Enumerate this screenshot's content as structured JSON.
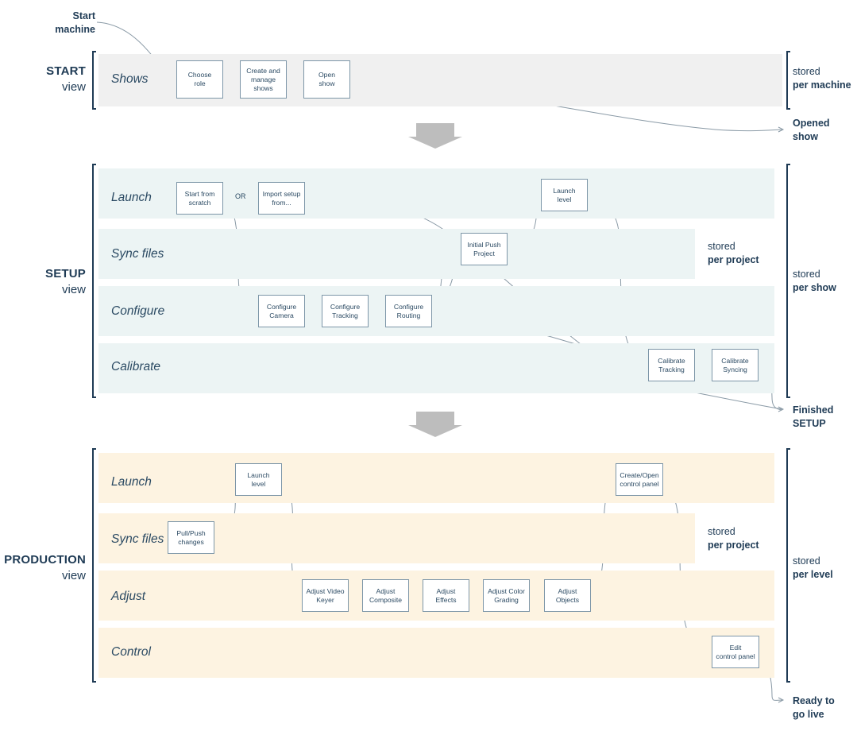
{
  "diagram": {
    "title": "Show production workflow views",
    "colors": {
      "start_band": "#f0f0f0",
      "setup_band": "#ecf4f4",
      "production_band": "#fdf3e1",
      "text": "#1f3b55",
      "node_border": "#7d96a8",
      "connector": "#8a9aa6",
      "section_arrow": "#bdbdbd"
    }
  },
  "entry_label": {
    "line1": "Start",
    "line2": "machine"
  },
  "sections": [
    {
      "id": "start",
      "title_strong": "START",
      "title_light": "view",
      "lanes": [
        {
          "id": "shows",
          "label": "Shows"
        }
      ],
      "nodes": [
        {
          "id": "choose-role",
          "line1": "Choose",
          "line2": "role"
        },
        {
          "id": "create-manage-shows",
          "line1": "Create and",
          "line2": "manage",
          "line3": "shows"
        },
        {
          "id": "open-show",
          "line1": "Open",
          "line2": "show"
        }
      ],
      "scope": {
        "line1": "stored",
        "line2": "per machine"
      },
      "exit": {
        "line1": "Opened",
        "line2": "show"
      }
    },
    {
      "id": "setup",
      "title_strong": "SETUP",
      "title_light": "view",
      "lanes": [
        {
          "id": "launch",
          "label": "Launch"
        },
        {
          "id": "sync-files",
          "label": "Sync files"
        },
        {
          "id": "configure",
          "label": "Configure"
        },
        {
          "id": "calibrate",
          "label": "Calibrate"
        }
      ],
      "nodes": [
        {
          "id": "start-from-scratch",
          "line1": "Start from",
          "line2": "scratch"
        },
        {
          "id": "import-setup-from",
          "line1": "Import setup",
          "line2": "from..."
        },
        {
          "id": "launch-level",
          "line1": "Launch",
          "line2": "level"
        },
        {
          "id": "initial-push-project",
          "line1": "Initial Push",
          "line2": "Project"
        },
        {
          "id": "configure-camera",
          "line1": "Configure",
          "line2": "Camera"
        },
        {
          "id": "configure-tracking",
          "line1": "Configure",
          "line2": "Tracking"
        },
        {
          "id": "configure-routing",
          "line1": "Configure",
          "line2": "Routing"
        },
        {
          "id": "calibrate-tracking",
          "line1": "Calibrate",
          "line2": "Tracking"
        },
        {
          "id": "calibrate-syncing",
          "line1": "Calibrate",
          "line2": "Syncing"
        }
      ],
      "or_label": "OR",
      "scope_inner": {
        "line1": "stored",
        "line2": "per project"
      },
      "scope_outer": {
        "line1": "stored",
        "line2": "per show"
      },
      "exit": {
        "line1": "Finished",
        "line2": "SETUP"
      }
    },
    {
      "id": "production",
      "title_strong": "PRODUCTION",
      "title_light": "view",
      "lanes": [
        {
          "id": "launch",
          "label": "Launch"
        },
        {
          "id": "sync-files",
          "label": "Sync files"
        },
        {
          "id": "adjust",
          "label": "Adjust"
        },
        {
          "id": "control",
          "label": "Control"
        }
      ],
      "nodes": [
        {
          "id": "launch-level",
          "line1": "Launch",
          "line2": "level"
        },
        {
          "id": "create-open-control-panel",
          "line1": "Create/Open",
          "line2": "control panel"
        },
        {
          "id": "pull-push-changes",
          "line1": "Pull/Push",
          "line2": "changes"
        },
        {
          "id": "adjust-video-keyer",
          "line1": "Adjust Video",
          "line2": "Keyer"
        },
        {
          "id": "adjust-composite",
          "line1": "Adjust",
          "line2": "Composite"
        },
        {
          "id": "adjust-effects",
          "line1": "Adjust",
          "line2": "Effects"
        },
        {
          "id": "adjust-color-grading",
          "line1": "Adjust Color",
          "line2": "Grading"
        },
        {
          "id": "adjust-objects",
          "line1": "Adjust",
          "line2": "Objects"
        },
        {
          "id": "edit-control-panel",
          "line1": "Edit",
          "line2": "control panel"
        }
      ],
      "scope_inner": {
        "line1": "stored",
        "line2": "per project"
      },
      "scope_outer": {
        "line1": "stored",
        "line2": "per level"
      },
      "exit": {
        "line1": "Ready to",
        "line2": "go live"
      }
    }
  ]
}
